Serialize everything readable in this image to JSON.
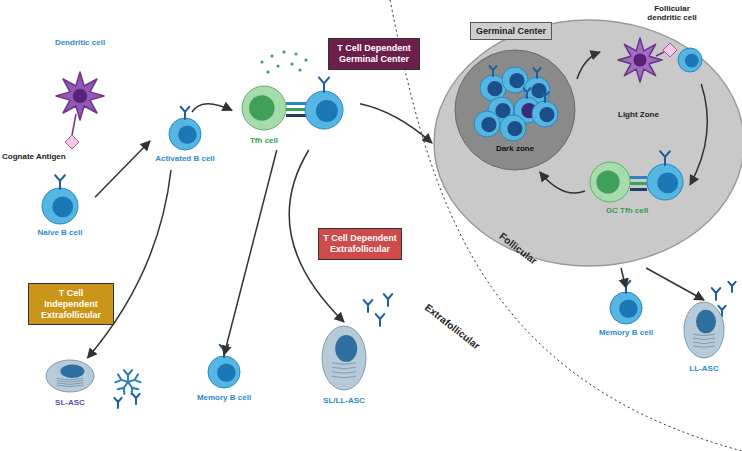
{
  "diagram": {
    "nodes": [
      {
        "text": [
          "Dendritic cell"
        ]
      },
      {
        "text": [
          "Naive B cell"
        ]
      },
      {
        "text": [
          "Activated B cell"
        ]
      },
      {
        "text": [
          "T Cell Independent Extrafollicular"
        ]
      },
      {
        "text": [
          "SL-ASC"
        ]
      },
      {
        "text": [
          "Tfh cell"
        ]
      },
      {
        "text": [
          "T Cell Dependent Germinal Center"
        ]
      },
      {
        "text": [
          "T Cell Dependent Extrafollicular"
        ]
      },
      {
        "text": [
          "Memory B cell"
        ]
      },
      {
        "text": [
          "SL/LL-ASC"
        ]
      },
      {
        "text": [
          "Germinal Center"
        ]
      },
      {
        "text": [
          "Dark zone"
        ],
        "in": 10
      },
      {
        "text": [
          "Follicular dendritic cell"
        ],
        "in": 10
      },
      {
        "text": [
          "GC Tfh cell"
        ],
        "in": 10
      },
      {
        "text": [
          "Memory B cell"
        ]
      },
      {
        "text": [
          "LL-ASC"
        ]
      }
    ],
    "edges": [
      {
        "from": 1,
        "to": 2,
        "arrow": "to"
      },
      {
        "from": 2,
        "to": 5,
        "arrow": "to"
      },
      {
        "from": 2,
        "to": 4,
        "arrow": "to"
      },
      {
        "from": 5,
        "to": 10,
        "arrow": "to"
      },
      {
        "from": 5,
        "to": 8,
        "arrow": "to"
      },
      {
        "from": 5,
        "to": 9,
        "arrow": "to"
      },
      {
        "from": 10,
        "to": 14,
        "arrow": "to"
      },
      {
        "from": 10,
        "to": 15,
        "arrow": "to"
      },
      {
        "from": 11,
        "to": 12,
        "arrow": "to"
      },
      {
        "from": 12,
        "to": 13,
        "arrow": "to"
      },
      {
        "from": 13,
        "to": 11,
        "arrow": "to"
      }
    ],
    "labels": [
      "Cognate Antigen",
      "Light Zone",
      "Follicular",
      "Extrafollicular"
    ]
  }
}
